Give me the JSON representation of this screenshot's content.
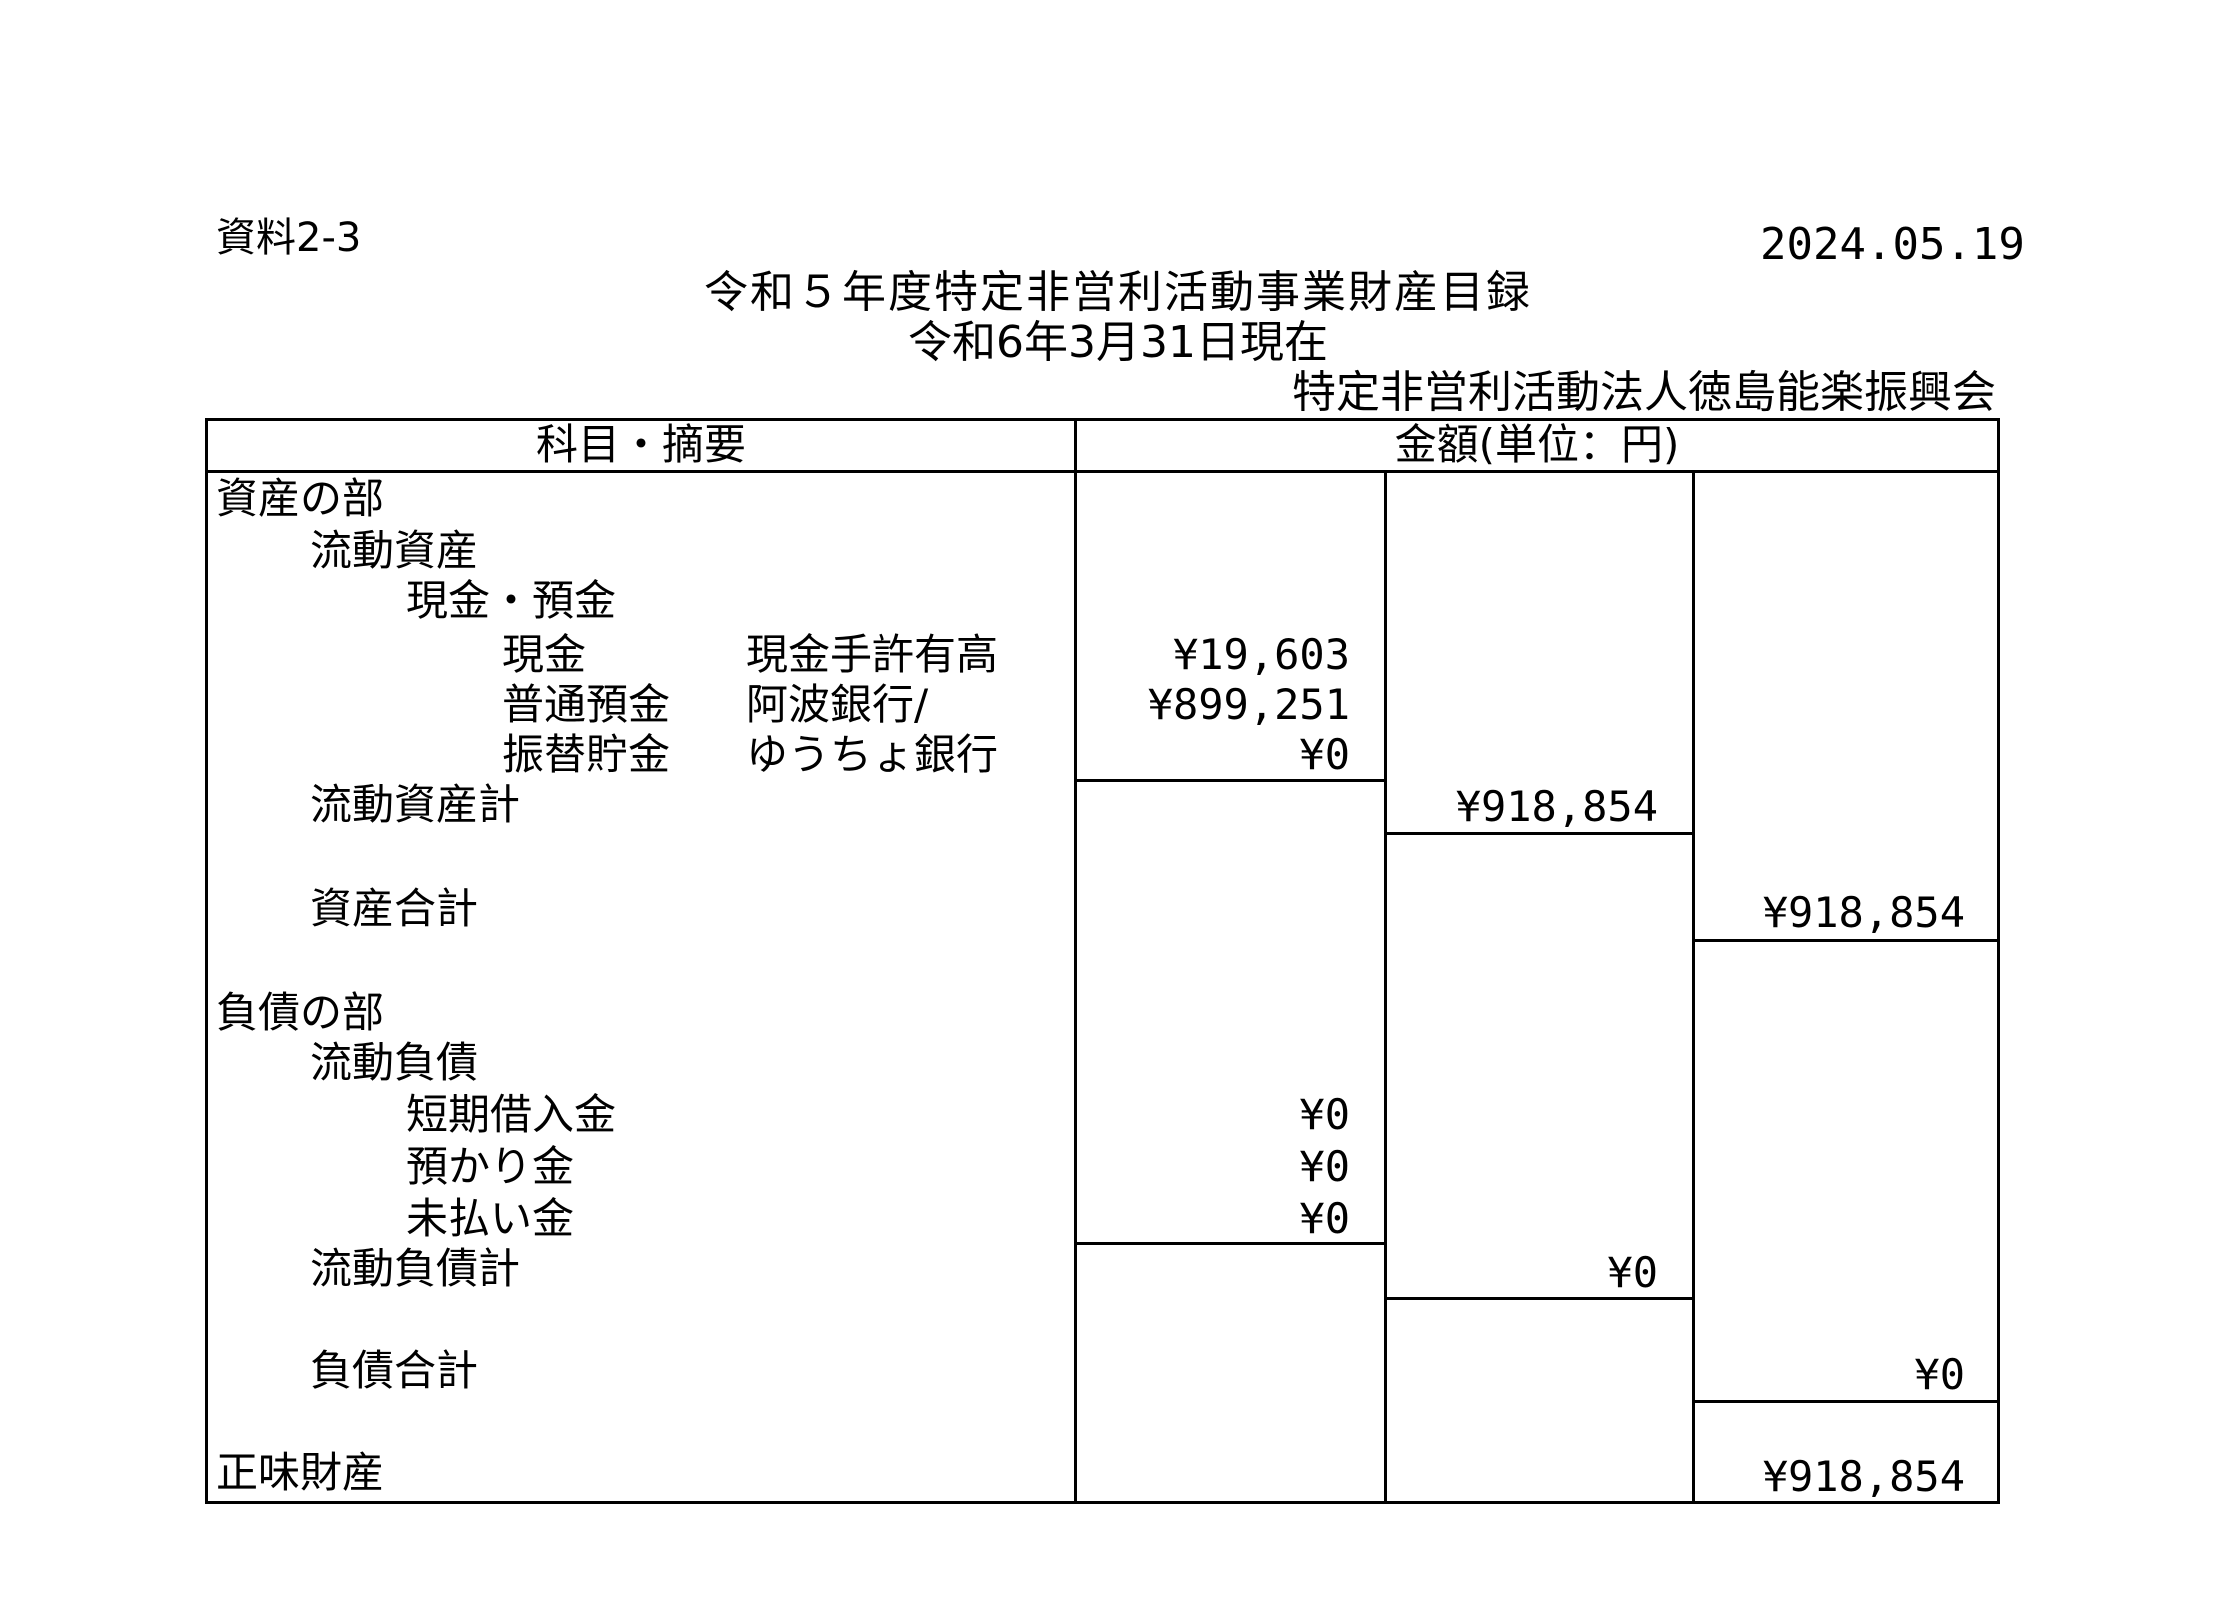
{
  "doc_ref": "資料2-3",
  "doc_date": "2024.05.19",
  "title": "令和５年度特定非営利活動事業財産目録",
  "as_of": "令和6年3月31日現在",
  "org": "特定非営利活動法人徳島能楽振興会",
  "table": {
    "col_item": "科目・摘要",
    "col_amount": "金額(単位：円)"
  },
  "rows": {
    "assets_section": "資産の部",
    "current_assets": "流動資産",
    "cash_deposits": "現金・預金",
    "cash": {
      "label": "現金",
      "memo": "現金手許有高",
      "amount": "¥19,603"
    },
    "ordinary_deposit": {
      "label": "普通預金",
      "memo": "阿波銀行/",
      "amount": "¥899,251"
    },
    "transfer_savings": {
      "label": "振替貯金",
      "memo": "ゆうちょ銀行",
      "amount": "¥0"
    },
    "current_assets_total": {
      "label": "流動資産計",
      "amount": "¥918,854"
    },
    "assets_total": {
      "label": "資産合計",
      "amount": "¥918,854"
    },
    "liabilities_section": "負債の部",
    "current_liabilities": "流動負債",
    "short_term_loans": {
      "label": "短期借入金",
      "amount": "¥0"
    },
    "deposits_received": {
      "label": "預かり金",
      "amount": "¥0"
    },
    "accrued_payable": {
      "label": "未払い金",
      "amount": "¥0"
    },
    "current_liabilities_total": {
      "label": "流動負債計",
      "amount": "¥0"
    },
    "liabilities_total": {
      "label": "負債合計",
      "amount": "¥0"
    },
    "net_assets": {
      "label": "正味財産",
      "amount": "¥918,854"
    }
  }
}
